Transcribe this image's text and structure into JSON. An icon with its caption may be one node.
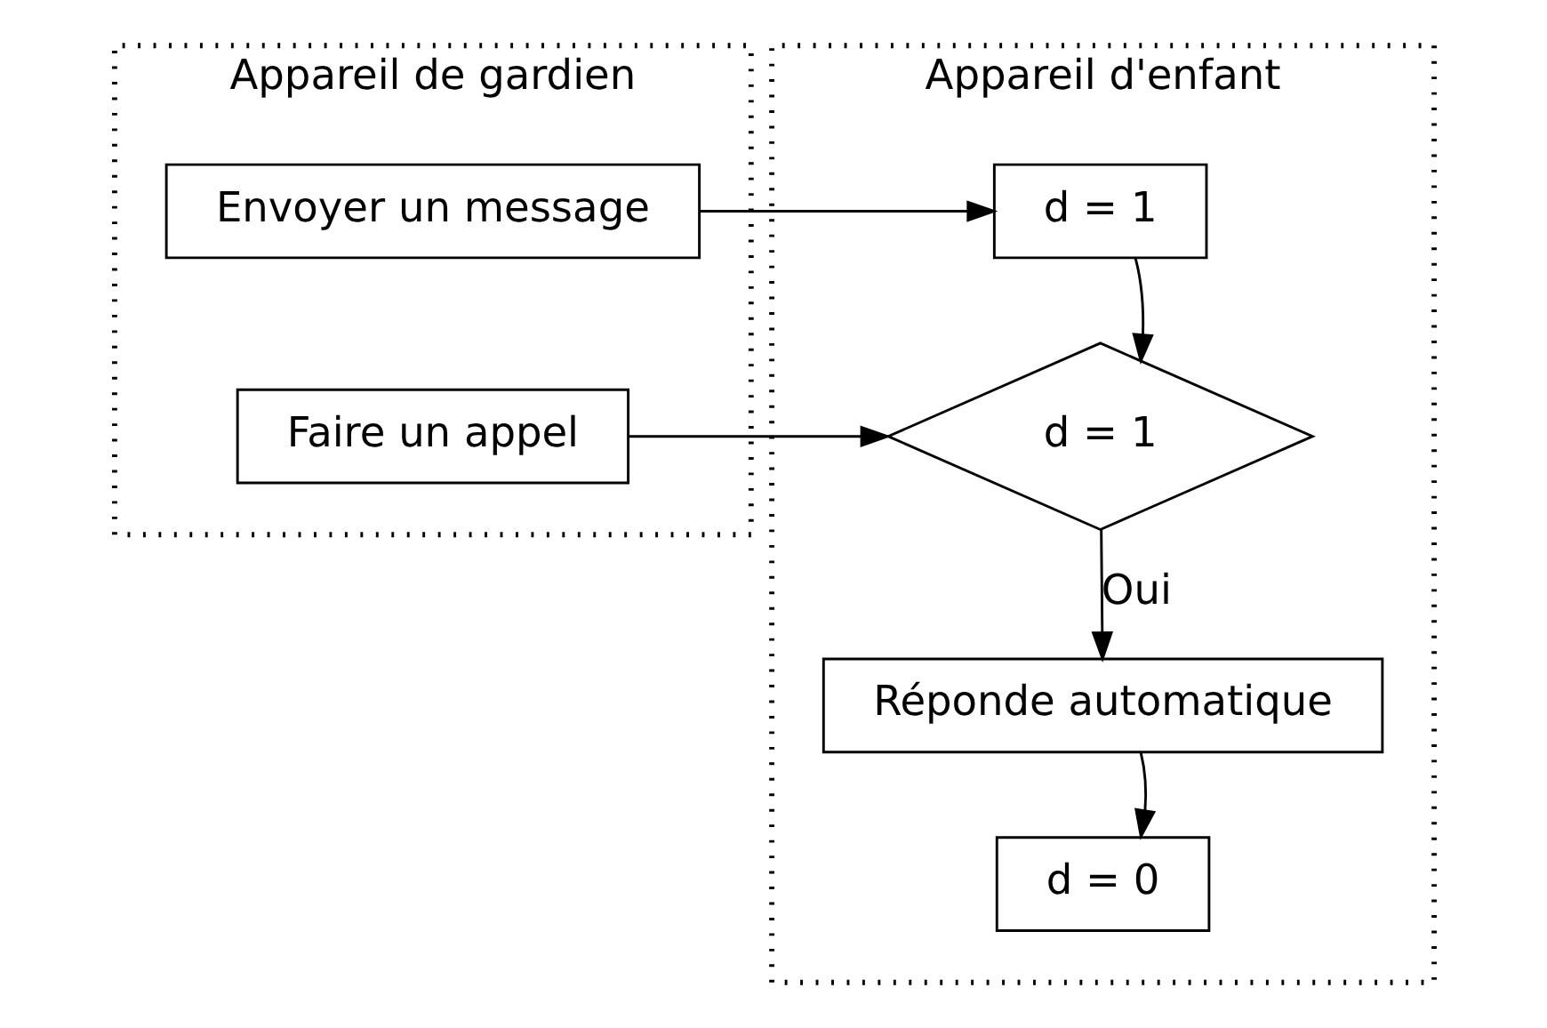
{
  "diagram": {
    "nodes": [
      {
        "text": [
          "Appareil de gardien"
        ]
      },
      {
        "text": [
          "Envoyer un message"
        ],
        "in": 0
      },
      {
        "text": [
          "Faire un appel"
        ],
        "in": 0
      },
      {
        "text": [
          "Appareil d'enfant"
        ]
      },
      {
        "text": [
          "d = 1"
        ],
        "in": 3
      },
      {
        "text": [
          "d = 1"
        ],
        "in": 3
      },
      {
        "text": [
          "Réponde automatique"
        ],
        "in": 3
      },
      {
        "text": [
          "d = 0"
        ],
        "in": 3
      }
    ],
    "edges": [
      {
        "from": 1,
        "to": 4,
        "arrow": "to"
      },
      {
        "from": 4,
        "to": 5,
        "arrow": "to"
      },
      {
        "from": 2,
        "to": 5,
        "arrow": "to"
      },
      {
        "from": 5,
        "to": 6,
        "arrow": "to",
        "label": "Oui"
      },
      {
        "from": 6,
        "to": 7,
        "arrow": "to"
      }
    ]
  }
}
